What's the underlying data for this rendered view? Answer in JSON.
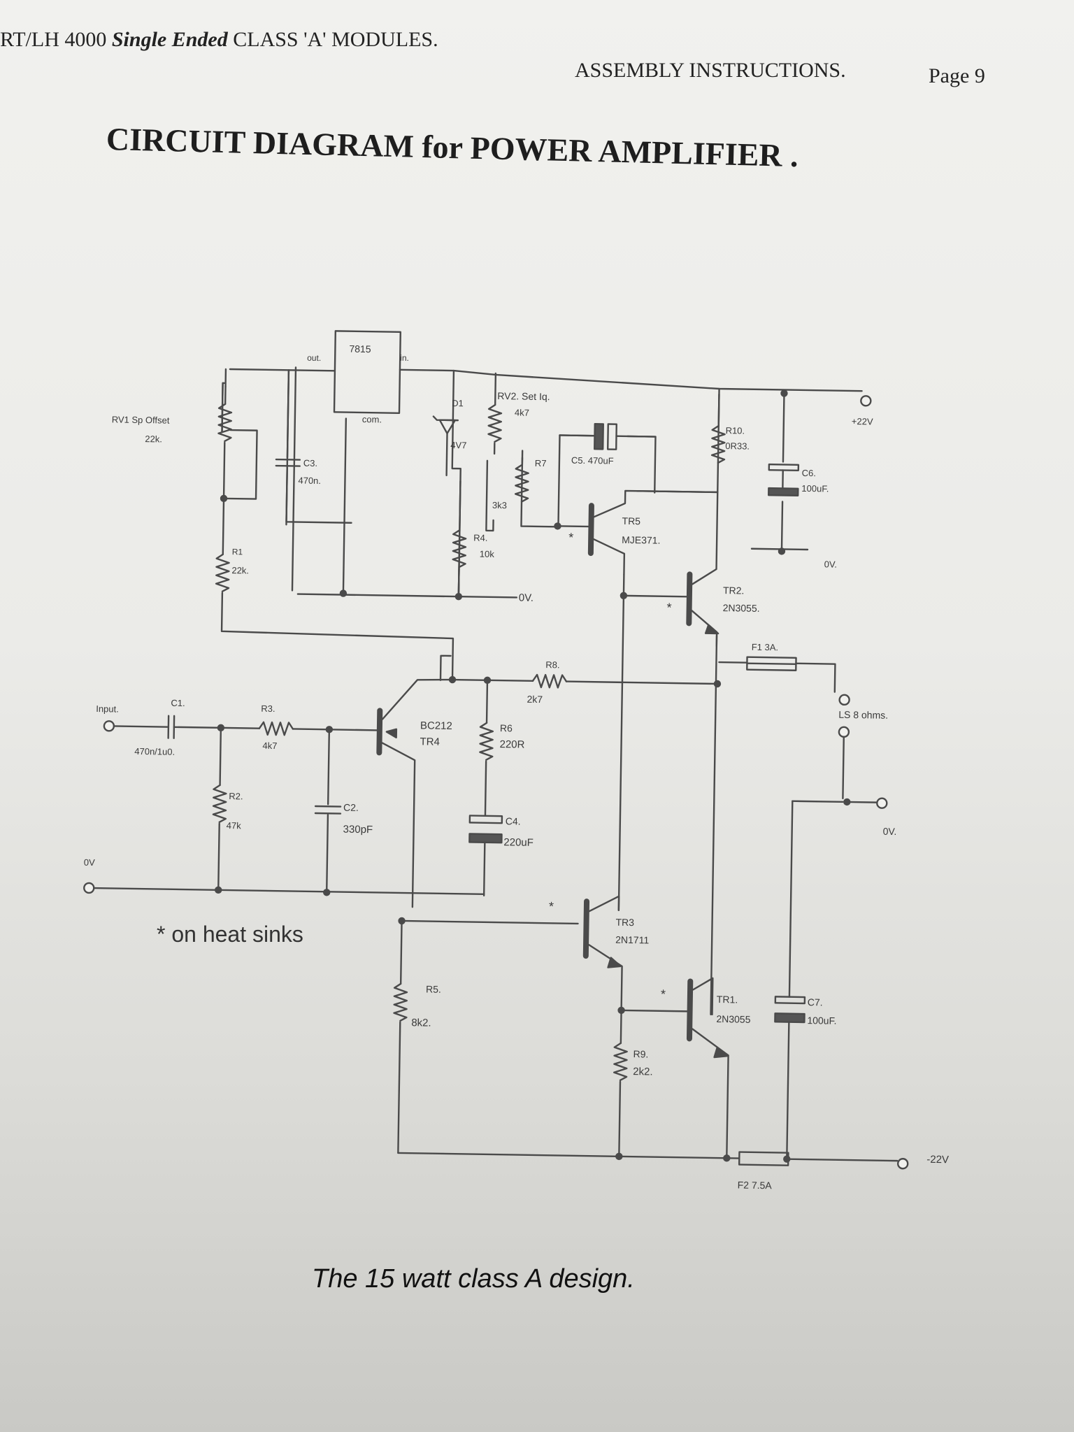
{
  "header": {
    "module_title_prefix": "RT/LH 4000",
    "module_title_emph": "Single Ended",
    "module_title_suffix": "CLASS 'A' MODULES.",
    "section": "ASSEMBLY INSTRUCTIONS.",
    "page": "Page 9"
  },
  "title": "CIRCUIT DIAGRAM for POWER AMPLIFIER .",
  "note": "* on heat sinks",
  "caption": "The  15 watt class A design.",
  "labels": {
    "reg_name": "7815",
    "reg_out": "out.",
    "reg_in": "in.",
    "reg_com": "com.",
    "rv1_name": "RV1 Sp Offset",
    "rv1_value": "22k.",
    "c3_name": "C3.",
    "c3_value": "470n.",
    "d1_name": "D1",
    "d1_value": "4V7",
    "rv2_name": "RV2. Set Iq.",
    "rv2_value": "4k7",
    "r7_name": "R7",
    "r7_value": "3k3",
    "c5_label": "C5.  470uF",
    "r10_name": "R10.",
    "r10_value": "0R33.",
    "c6_name": "C6.",
    "c6_value": "100uF.",
    "plus22": "+22V",
    "zero_v_top": "0V.",
    "r4_name": "R4.",
    "r4_value": "10k",
    "zero_v_mid": "0V.",
    "tr5_name": "TR5",
    "tr5_type": "MJE371.",
    "r1_name": "R1",
    "r1_value": "22k.",
    "tr2_name": "TR2.",
    "tr2_type": "2N3055.",
    "f1_label": "F1 3A.",
    "r8_name": "R8.",
    "r8_value": "2k7",
    "ls_label": "LS 8 ohms.",
    "input_label": "Input.",
    "c1_name": "C1.",
    "c1_value": "470n/1u0.",
    "r3_name": "R3.",
    "r3_value": "4k7",
    "tr4_type": "BC212",
    "tr4_name": "TR4",
    "r6_name": "R6",
    "r6_value": "220R",
    "zero_v_out": "0V.",
    "r2_name": "R2.",
    "r2_value": "47k",
    "c2_name": "C2.",
    "c2_value": "330pF",
    "c4_name": "C4.",
    "c4_value": "220uF",
    "zero_v_in": "0V",
    "tr3_name": "TR3",
    "tr3_type": "2N1711",
    "r5_name": "R5.",
    "r5_value": "8k2.",
    "tr1_name": "TR1.",
    "tr1_type": "2N3055",
    "c7_name": "C7.",
    "c7_value": "100uF.",
    "r9_name": "R9.",
    "r9_value": "2k2.",
    "minus22": "-22V",
    "f2_label": "F2 7.5A",
    "heatsink_mark": "*"
  }
}
